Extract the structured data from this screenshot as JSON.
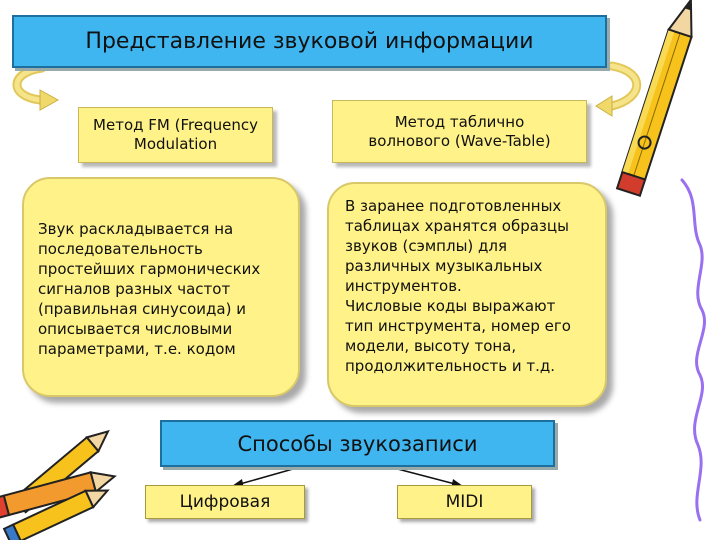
{
  "title": "Представление звуковой информации",
  "methods": {
    "fm": {
      "header": "Метод FM (Frequency\nModulation",
      "description": "Звук раскладывается на\nпоследовательность\nпростейших гармонических\nсигналов разных частот\n(правильная синусоида) и\n описывается числовыми\nпараметрами, т.е. кодом"
    },
    "wavetable": {
      "header": "Метод таблично\nволнового (Wave-Table)",
      "description": "В заранее подготовленных\nтаблицах хранятся образцы\nзвуков (сэмплы) для\nразличных музыкальных\nинструментов.\nЧисловые коды выражают\nтип инструмента, номер его\nмодели, высоту тона,\nпродолжительность и т.д."
    }
  },
  "recording": {
    "title": "Способы звукозаписи",
    "digital": "Цифровая",
    "midi": "MIDI"
  },
  "colors": {
    "title_bg": "#3fb6f0",
    "box_bg": "#fef288",
    "arrow": "#f0d96a",
    "squiggle": "#9a6ff0"
  },
  "decor": {
    "pencil_icon": "pencil-icon",
    "crayons_icon": "crayons-icon",
    "squiggle_line": "squiggle-line"
  }
}
